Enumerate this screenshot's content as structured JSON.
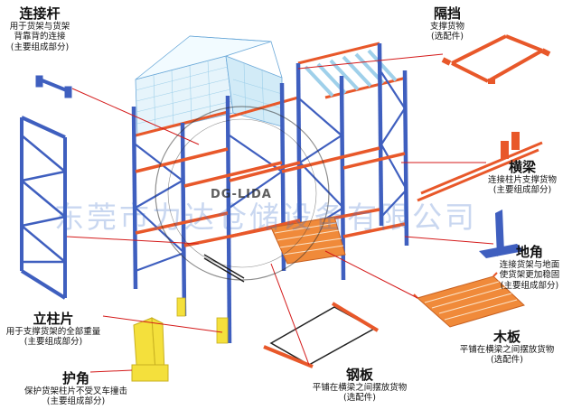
{
  "colors": {
    "blue_frame": "#3f5fbf",
    "orange_beam": "#e8582a",
    "yellow_guard": "#f4e03c",
    "deck_orange": "#f08a3a",
    "watermark_blue": "#6f8fd0"
  },
  "labels": {
    "connector": {
      "title": "连接杆",
      "lines": [
        "用于货架与货架",
        "背靠背的连接",
        "(主要组成部分)"
      ]
    },
    "divider": {
      "title": "隔挡",
      "lines": [
        "支撑货物",
        "(选配件)"
      ]
    },
    "beam": {
      "title": "横梁",
      "lines": [
        "连接柱片支撑货物",
        "(主要组成部分)"
      ]
    },
    "footplate": {
      "title": "地角",
      "lines": [
        "连接货架与地面",
        "使货架更加稳固",
        "(主要组成部分)"
      ]
    },
    "upright": {
      "title": "立柱片",
      "lines": [
        "用于支撑货架的全部重量",
        "(主要组成部分)"
      ]
    },
    "guard": {
      "title": "护角",
      "lines": [
        "保护货架柱片不受叉车撞击",
        "(主要组成部分)"
      ]
    },
    "steel_deck": {
      "title": "钢板",
      "lines": [
        "平铺在横梁之间摆放货物",
        "(选配件)"
      ]
    },
    "wood_deck": {
      "title": "木板",
      "lines": [
        "平铺在横梁之间摆放货物",
        "(选配件)"
      ]
    }
  },
  "watermark": {
    "company": "东莞市力达仓储设备有限公司",
    "stamp": "DG-LIDA"
  }
}
